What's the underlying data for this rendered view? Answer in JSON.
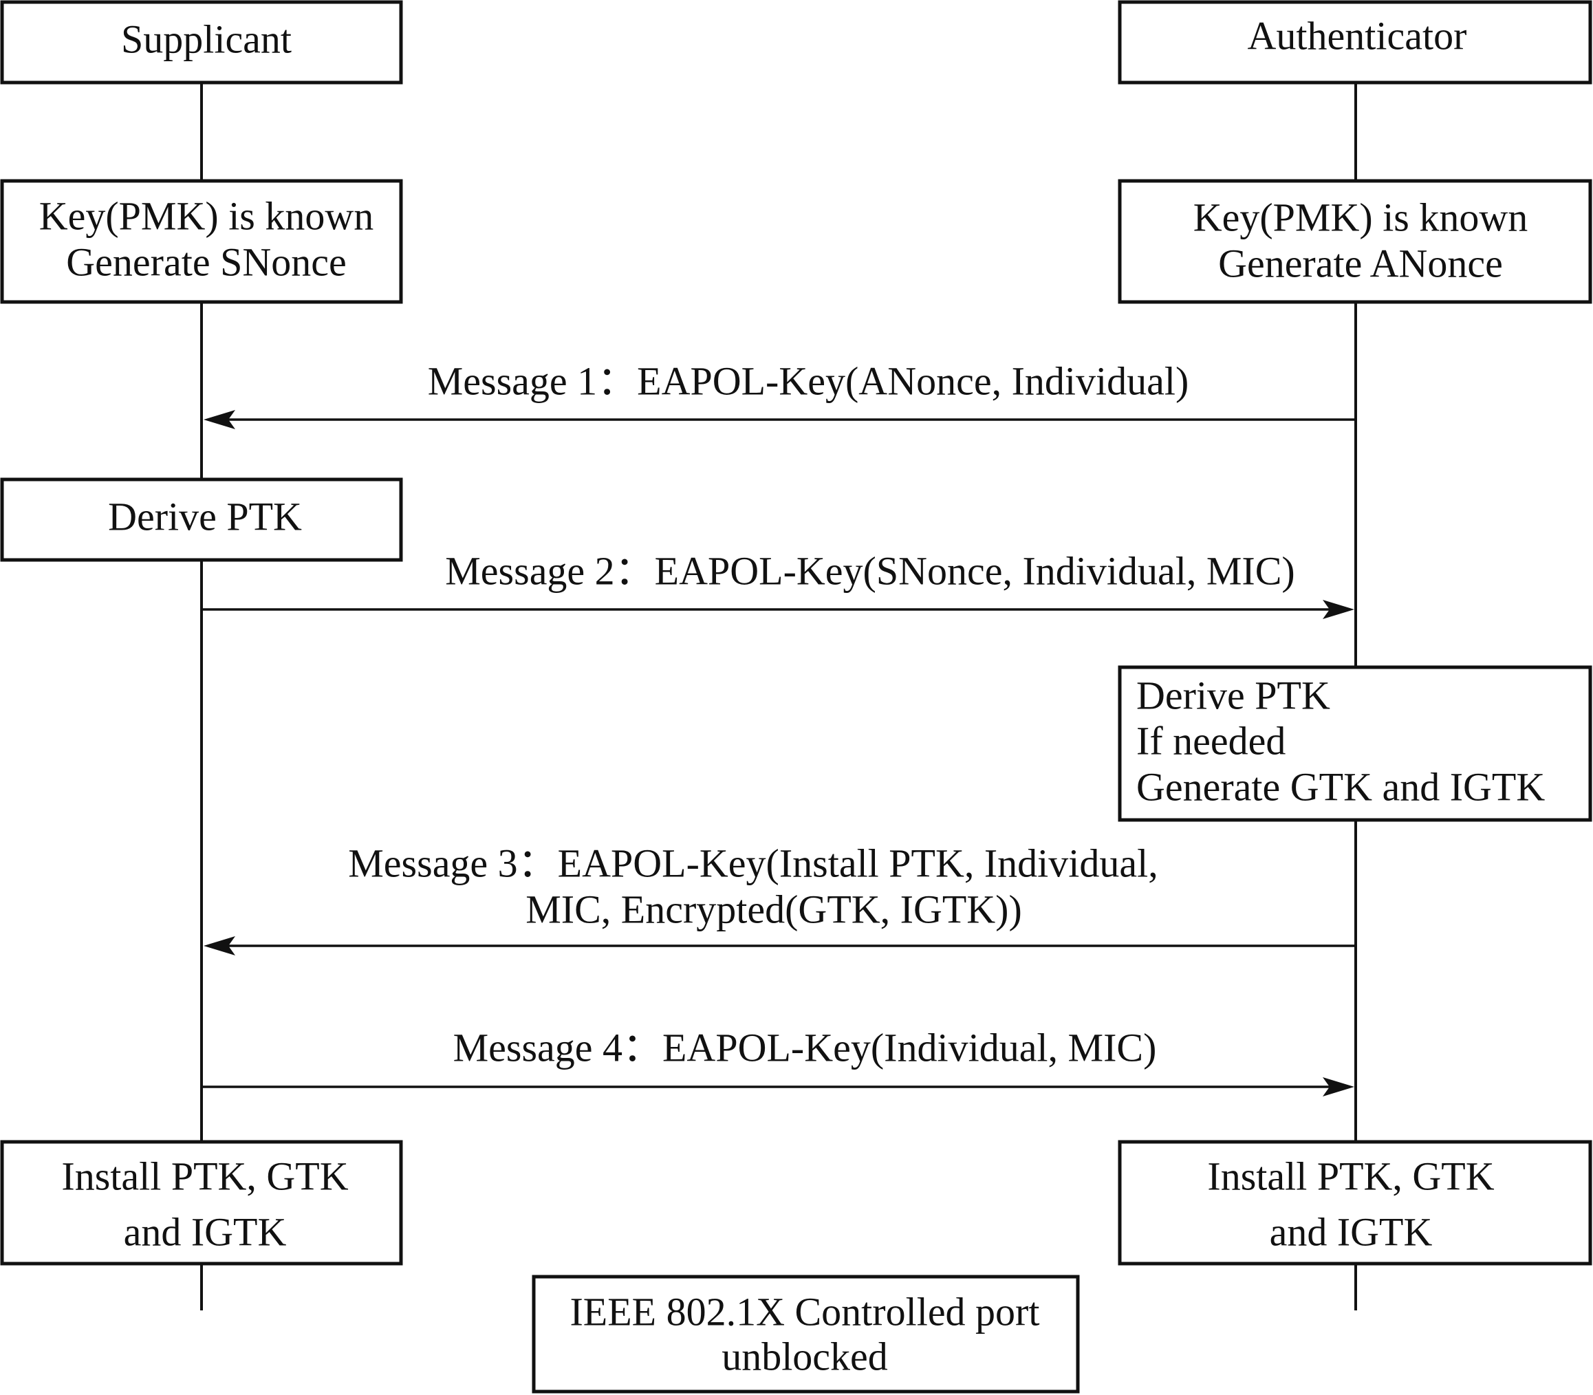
{
  "participants": {
    "supplicant": "Supplicant",
    "authenticator": "Authenticator"
  },
  "supplicant_init": {
    "line1": "Key(PMK) is known",
    "line2": "Generate SNonce"
  },
  "authenticator_init": {
    "line1": "Key(PMK) is known",
    "line2": "Generate ANonce"
  },
  "message1": {
    "text": "Message 1：EAPOL-Key(ANonce, Individual)"
  },
  "supplicant_derive": {
    "text": "Derive PTK"
  },
  "message2": {
    "text": "Message 2：EAPOL-Key(SNonce, Individual, MIC)"
  },
  "authenticator_derive": {
    "line1": "Derive PTK",
    "line2": "If needed",
    "line3": "Generate GTK and IGTK"
  },
  "message3": {
    "line1": "Message 3：EAPOL-Key(Install PTK, Individual,",
    "line2": "MIC, Encrypted(GTK, IGTK))"
  },
  "message4": {
    "text": "Message 4：EAPOL-Key(Individual, MIC)"
  },
  "supplicant_install": {
    "line1": "Install PTK, GTK",
    "line2": "and IGTK"
  },
  "authenticator_install": {
    "line1": "Install PTK, GTK",
    "line2": "and IGTK"
  },
  "port_status": {
    "line1": "IEEE 802.1X Controlled port",
    "line2": "unblocked"
  }
}
